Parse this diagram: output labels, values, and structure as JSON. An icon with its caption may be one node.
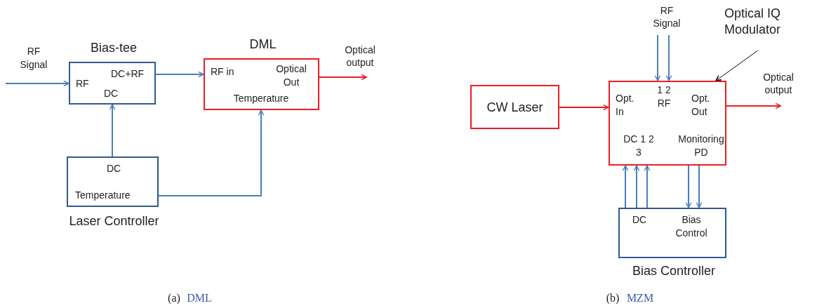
{
  "diagram": {
    "nodes": [
      {
        "text": [
          "Bias-tee",
          "RF",
          "DC+RF",
          "DC"
        ]
      },
      {
        "text": [
          "DML",
          "RF in",
          "Optical Out",
          "Temperature"
        ]
      },
      {
        "text": [
          "Optical output"
        ]
      },
      {
        "text": [
          "DC",
          "Temperature",
          "Laser Controller"
        ]
      },
      {
        "text": [
          "RF Signal"
        ]
      },
      {
        "text": [
          "Optical IQ Modulator"
        ]
      },
      {
        "text": [
          "CW Laser"
        ]
      },
      {
        "text": [
          "Opt. In",
          "1 2 RF",
          "Opt. Out",
          "DC 1 2 3",
          "Monitoring PD"
        ]
      },
      {
        "text": [
          "Optical output"
        ]
      },
      {
        "text": [
          "DC",
          "Bias Control",
          "Bias Controller"
        ]
      }
    ],
    "edges": [
      {
        "from": null,
        "to": 0,
        "arrow": "to"
      },
      {
        "from": 0,
        "to": 1,
        "arrow": "to"
      },
      {
        "from": 1,
        "to": 2,
        "arrow": "to",
        "color": "#ee1c25"
      },
      {
        "from": 3,
        "to": 0,
        "arrow": "to"
      },
      {
        "from": 3,
        "to": 1,
        "arrow": "to"
      },
      {
        "from": 4,
        "to": 7,
        "arrow": "to"
      },
      {
        "from": 4,
        "to": 7,
        "arrow": "to"
      },
      {
        "from": 5,
        "to": 7,
        "arrow": "to",
        "color": "#000000"
      },
      {
        "from": 6,
        "to": 7,
        "arrow": "to",
        "color": "#ee1c25"
      },
      {
        "from": 7,
        "to": 8,
        "arrow": "to",
        "color": "#ee1c25"
      },
      {
        "from": 9,
        "to": 7,
        "arrow": "to"
      },
      {
        "from": 9,
        "to": 7,
        "arrow": "to"
      },
      {
        "from": 9,
        "to": 7,
        "arrow": "to"
      },
      {
        "from": 7,
        "to": 9,
        "arrow": "to"
      },
      {
        "from": 7,
        "to": 9,
        "arrow": "to"
      }
    ],
    "labels": [
      "RF Signal",
      "(a)",
      "DML",
      "(b)",
      "MZM"
    ]
  }
}
